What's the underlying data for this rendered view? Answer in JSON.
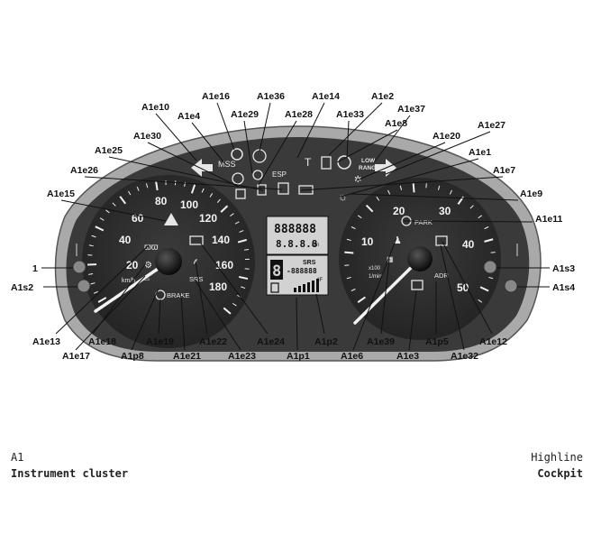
{
  "footer": {
    "code": "A1",
    "name": "Instrument cluster",
    "variant": "Highline",
    "area": "Cockpit"
  },
  "callouts": {
    "a1e16": "A1e16",
    "a1e36": "A1e36",
    "a1e14": "A1e14",
    "a1e2": "A1e2",
    "a1e10": "A1e10",
    "a1e4": "A1e4",
    "a1e29": "A1e29",
    "a1e28": "A1e28",
    "a1e33": "A1e33",
    "a1e37": "A1e37",
    "a1e8": "A1e8",
    "a1e27": "A1e27",
    "a1e30": "A1e30",
    "a1e20": "A1e20",
    "a1e25": "A1e25",
    "a1e1": "A1e1",
    "a1e26": "A1e26",
    "a1e7": "A1e7",
    "a1e15": "A1e15",
    "a1e9": "A1e9",
    "a1e11": "A1e11",
    "one": "1",
    "a1s2": "A1s2",
    "a1s3": "A1s3",
    "a1s4": "A1s4",
    "a1e13": "A1e13",
    "a1e18": "A1e18",
    "a1e17": "A1e17",
    "a1p8": "A1p8",
    "a1e19": "A1e19",
    "a1e21": "A1e21",
    "a1e22": "A1e22",
    "a1e23": "A1e23",
    "a1e24": "A1e24",
    "a1p1": "A1p1",
    "a1p2": "A1p2",
    "a1e6": "A1e6",
    "a1e39": "A1e39",
    "a1e3": "A1e3",
    "a1p5": "A1p5",
    "a1e32": "A1e32",
    "a1e12": "A1e12"
  },
  "speedometer": {
    "scale": [
      "20",
      "40",
      "60",
      "80",
      "100",
      "120",
      "140",
      "160",
      "180"
    ],
    "unit": "km/h"
  },
  "tachometer": {
    "scale": [
      "10",
      "20",
      "30",
      "40",
      "50"
    ],
    "unit_top": "x100",
    "unit_bottom": "1/min"
  },
  "indicators": {
    "mss": "MSS",
    "esp": "ESP",
    "low_range_top": "LOW",
    "low_range_bottom": "RANGE",
    "park": "PARK",
    "brake": "BRAKE",
    "srs": "SRS",
    "adr": "ADR"
  },
  "lcd": {
    "odometer": "888888",
    "trip": "8.8.8.8",
    "trip_unit": "km",
    "gear": "8",
    "srs_label": "SRS",
    "temp": "-888888",
    "temp_unit": "°F"
  }
}
